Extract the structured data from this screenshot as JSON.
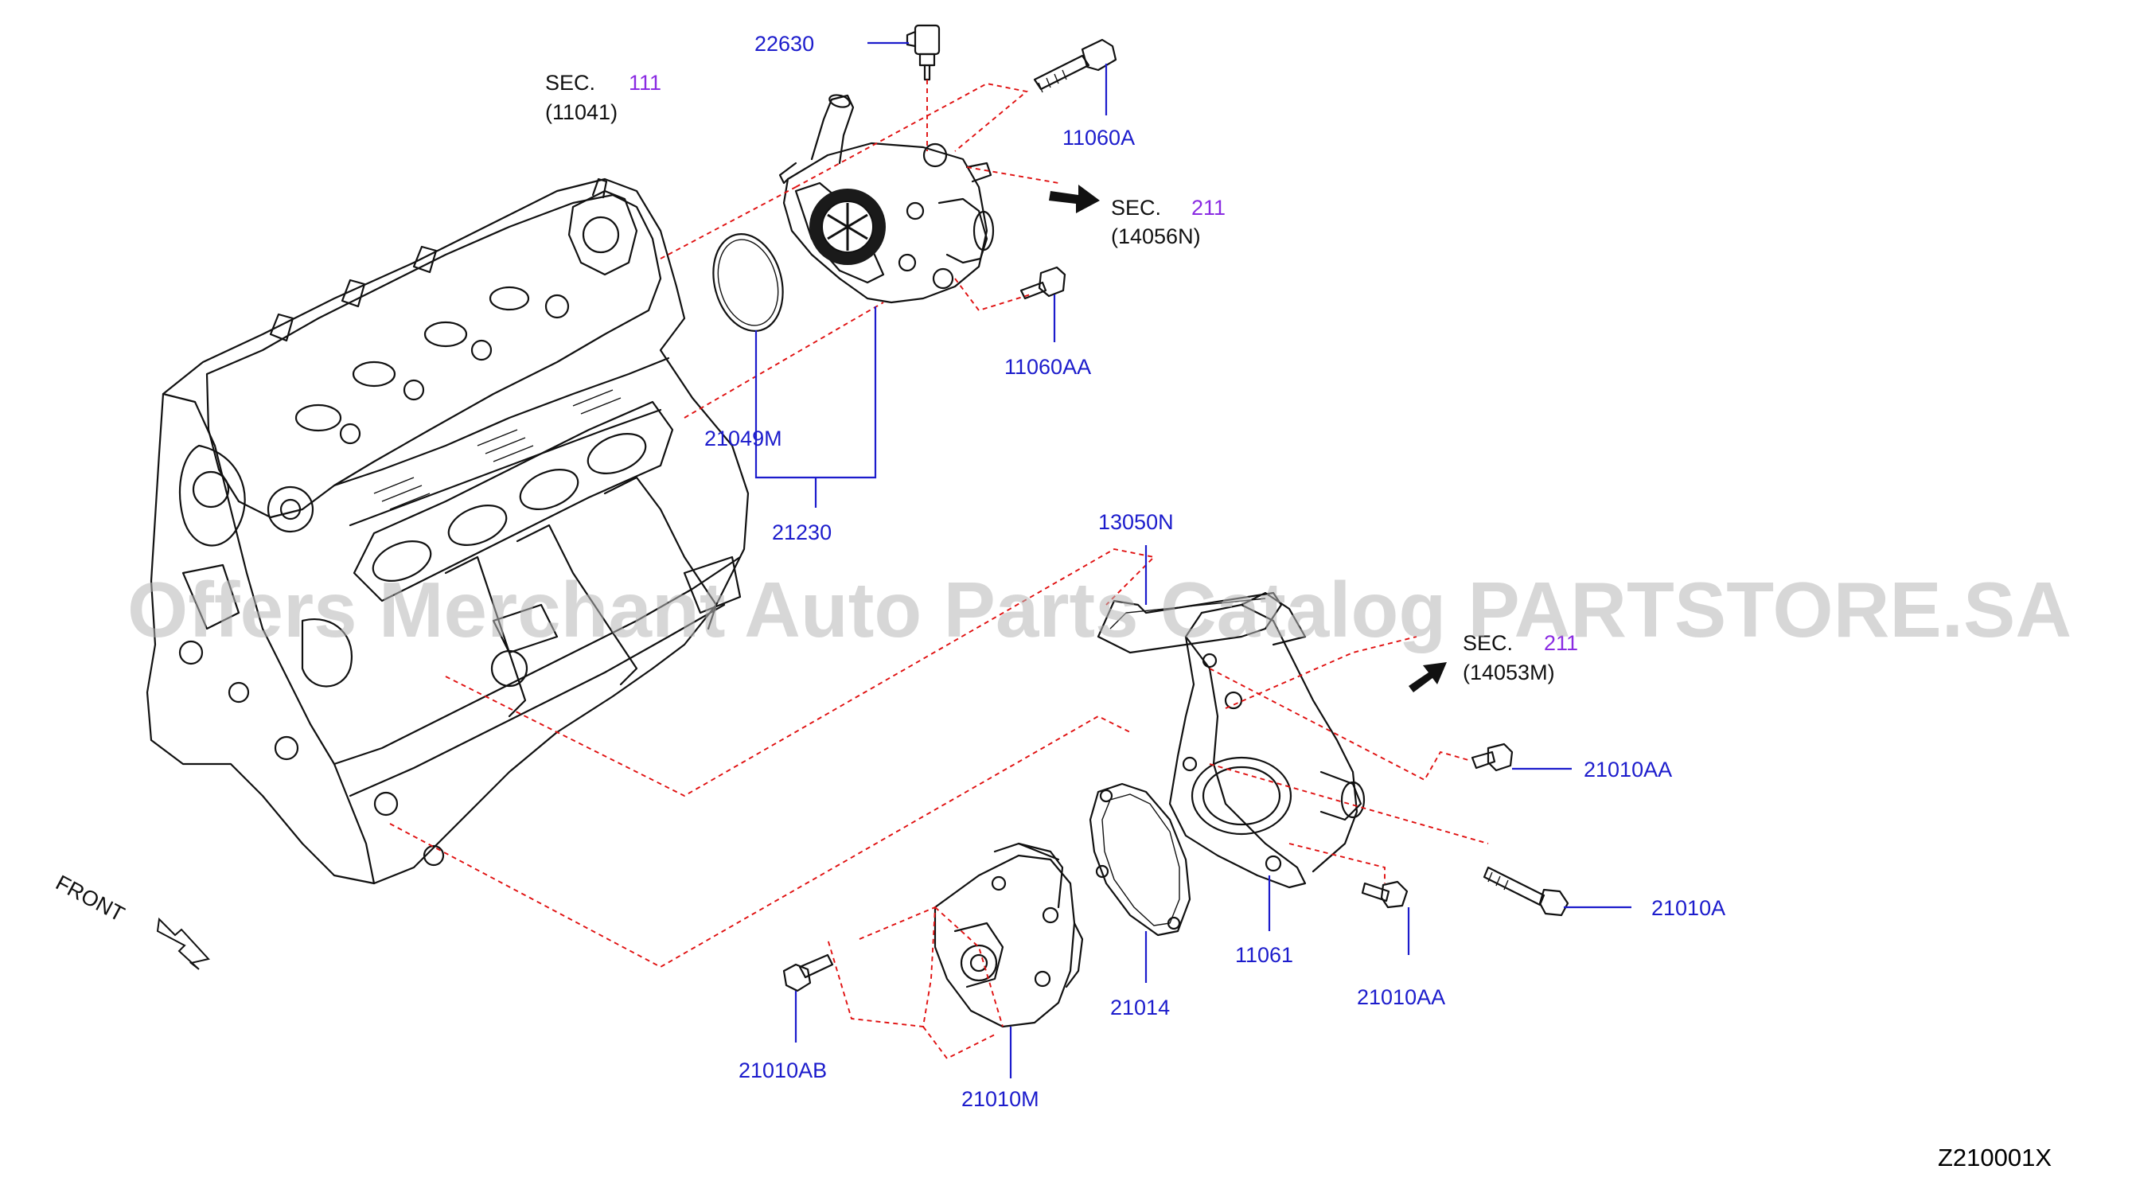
{
  "colors": {
    "callout": "#1c1ccc",
    "section_number": "#8a2be2",
    "text": "#111111",
    "guide_line": "#e01010",
    "watermark": "#b8b8b8"
  },
  "watermark": "Offers Merchant Auto Parts Catalog PARTSTORE.SA",
  "diagram_code": "Z210001X",
  "front_label": "FRONT",
  "section_refs": [
    {
      "id": "sec-111",
      "prefix": "SEC.",
      "number": "111",
      "ref": "(11041)"
    },
    {
      "id": "sec-211-top",
      "prefix": "SEC.",
      "number": "211",
      "ref": "(14056N)"
    },
    {
      "id": "sec-211-mid",
      "prefix": "SEC.",
      "number": "211",
      "ref": "(14053M)"
    }
  ],
  "parts": [
    {
      "id": "p22630",
      "number": "22630",
      "name": "temperature-sensor"
    },
    {
      "id": "p11060A",
      "number": "11060A",
      "name": "bolt"
    },
    {
      "id": "p11060AA",
      "number": "11060AA",
      "name": "bolt"
    },
    {
      "id": "p21049M",
      "number": "21049M",
      "name": "o-ring"
    },
    {
      "id": "p21230",
      "number": "21230",
      "name": "thermostat-housing-assembly"
    },
    {
      "id": "p13050N",
      "number": "13050N",
      "name": "gasket"
    },
    {
      "id": "p21010AA_a",
      "number": "21010AA",
      "name": "bolt"
    },
    {
      "id": "p21010A",
      "number": "21010A",
      "name": "bolt"
    },
    {
      "id": "p11061",
      "number": "11061",
      "name": "water-pump-housing"
    },
    {
      "id": "p21010AA_b",
      "number": "21010AA",
      "name": "bolt"
    },
    {
      "id": "p21014",
      "number": "21014",
      "name": "water-pump-gasket"
    },
    {
      "id": "p21010AB",
      "number": "21010AB",
      "name": "bolt"
    },
    {
      "id": "p21010M",
      "number": "21010M",
      "name": "water-pump"
    }
  ]
}
